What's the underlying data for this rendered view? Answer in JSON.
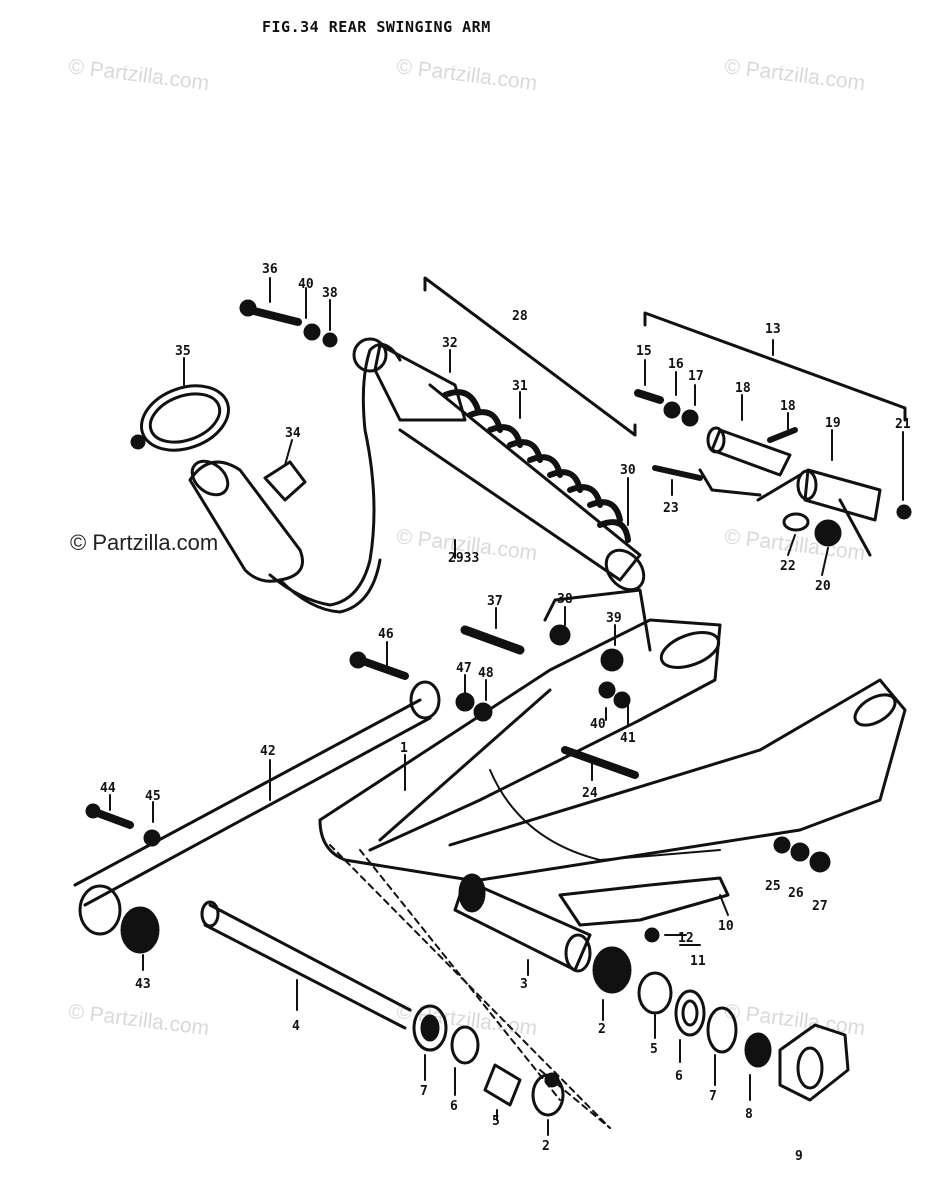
{
  "figure": {
    "title": "FIG.34  REAR SWINGING ARM",
    "watermark": "© Partzilla.com"
  },
  "callouts": {
    "c1": "1",
    "c2a": "2",
    "c2b": "2",
    "c3": "3",
    "c4": "4",
    "c5a": "5",
    "c5b": "5",
    "c6a": "6",
    "c6b": "6",
    "c7a": "7",
    "c7b": "7",
    "c8": "8",
    "c9": "9",
    "c10": "10",
    "c11": "11",
    "c12": "12",
    "c13": "13",
    "c15": "15",
    "c16": "16",
    "c17": "17",
    "c18": "18",
    "c18b": "18",
    "c19": "19",
    "c20": "20",
    "c21": "21",
    "c22": "22",
    "c23": "23",
    "c24": "24",
    "c25": "25",
    "c26": "26",
    "c27": "27",
    "c28": "28",
    "c29": "2933",
    "c30": "30",
    "c31": "31",
    "c32": "32",
    "c34": "34",
    "c35": "35",
    "c36": "36",
    "c37": "37",
    "c38a": "38",
    "c38b": "38",
    "c39": "39",
    "c40": "40",
    "c40b": "40",
    "c41": "41",
    "c42": "42",
    "c43": "43",
    "c44": "44",
    "c45": "45",
    "c46": "46",
    "c47": "47",
    "c48": "48"
  },
  "colors": {
    "ink": "#111111",
    "paper": "#ffffff",
    "watermark": "#d9d9d9"
  }
}
